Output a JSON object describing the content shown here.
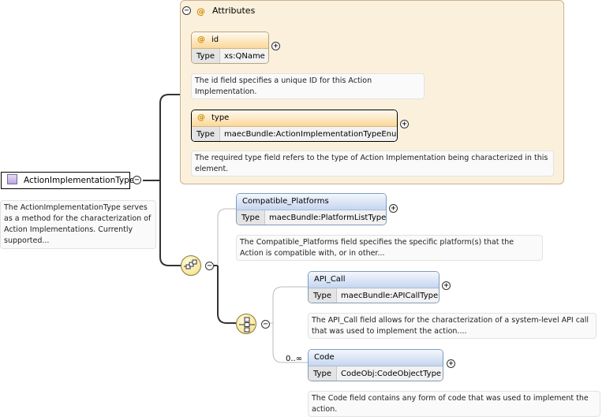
{
  "root": {
    "name": "ActionImplementationType",
    "note": "The ActionImplementationType serves as a method for the characterization of Action Implementations. Currently supported..."
  },
  "attributes_group": {
    "title": "Attributes"
  },
  "attributes": [
    {
      "name": "id",
      "type_label": "Type",
      "type": "xs:QName",
      "note": "The id field specifies a unique ID for this Action Implementation."
    },
    {
      "name": "type",
      "type_label": "Type",
      "type": "maecBundle:ActionImplementationTypeEnum",
      "note": "The required type field refers to the type of Action Implementation being characterized in this element."
    }
  ],
  "elements": [
    {
      "name": "Compatible_Platforms",
      "type_label": "Type",
      "type": "maecBundle:PlatformListType",
      "note": "The Compatible_Platforms field specifies the specific platform(s) that the Action is compatible with, or in other..."
    },
    {
      "name": "API_Call",
      "type_label": "Type",
      "type": "maecBundle:APICallType",
      "note": "The API_Call field allows for the characterization of a system-level API call that was used to implement the action...."
    },
    {
      "name": "Code",
      "type_label": "Type",
      "type": "CodeObj:CodeObjectType",
      "occurrence": "0..∞",
      "note": "The Code field contains any form of code that was used to implement the action."
    }
  ],
  "symbols": {
    "attribute_marker": "@",
    "collapse": "−",
    "expand": "+"
  }
}
